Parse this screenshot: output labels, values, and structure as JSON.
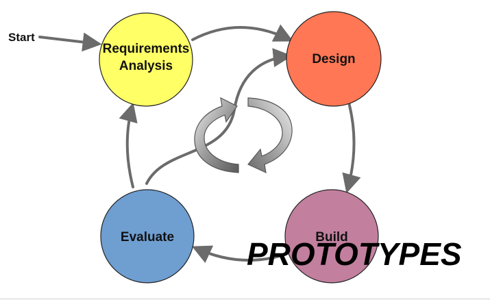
{
  "diagram": {
    "start_label": "Start",
    "overlay_text": "PROTOTYPES",
    "nodes": [
      {
        "id": "requirements",
        "label_lines": [
          "Requirements",
          "Analysis"
        ],
        "fill": "#ffff66"
      },
      {
        "id": "design",
        "label_lines": [
          "Design"
        ],
        "fill": "#ff7755"
      },
      {
        "id": "build",
        "label_lines": [
          "Build"
        ],
        "fill": "#c2809e"
      },
      {
        "id": "evaluate",
        "label_lines": [
          "Evaluate"
        ],
        "fill": "#6f9ed1"
      }
    ],
    "edges": [
      [
        "start",
        "requirements"
      ],
      [
        "requirements",
        "design"
      ],
      [
        "design",
        "build"
      ],
      [
        "build",
        "evaluate"
      ],
      [
        "evaluate",
        "requirements"
      ],
      [
        "evaluate",
        "design"
      ]
    ],
    "connector_color": "#6b6b6b",
    "cycle_icon": "circular-arrows-icon"
  }
}
